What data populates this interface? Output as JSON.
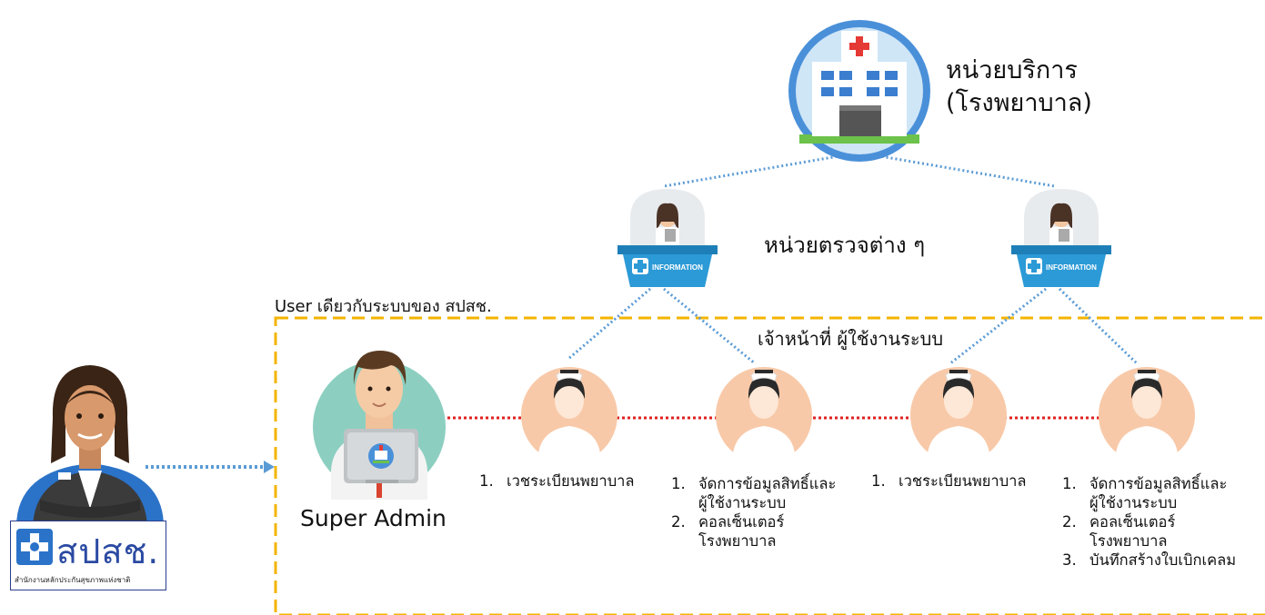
{
  "hospital": {
    "line1": "หน่วยบริการ",
    "line2": "(โรงพยาบาล)"
  },
  "units_label": "หน่วยตรวจต่าง ๆ",
  "user_note": "User เดียวกับระบบของ สปสช.",
  "staff_label": "เจ้าหน้าที่ ผู้ใช้งานระบบ",
  "super_admin": "Super Admin",
  "nhso": {
    "name": "สปสช.",
    "subtitle": "สำนักงานหลักประกันสุขภาพแห่งชาติ"
  },
  "desk_sign": "INFORMATION",
  "staff": [
    {
      "duties": [
        {
          "num": "1.",
          "lines": [
            "เวชระเบียนพยาบาล"
          ]
        }
      ]
    },
    {
      "duties": [
        {
          "num": "1.",
          "lines": [
            "จัดการข้อมูลสิทธิ์และ",
            "ผู้ใช้งานระบบ"
          ]
        },
        {
          "num": "2.",
          "lines": [
            "คอลเซ็นเตอร์",
            "โรงพยาบาล"
          ]
        }
      ]
    },
    {
      "duties": [
        {
          "num": "1.",
          "lines": [
            "เวชระเบียนพยาบาล"
          ]
        }
      ]
    },
    {
      "duties": [
        {
          "num": "1.",
          "lines": [
            "จัดการข้อมูลสิทธิ์และ",
            "ผู้ใช้งานระบบ"
          ]
        },
        {
          "num": "2.",
          "lines": [
            "คอลเซ็นเตอร์",
            "โรงพยาบาล"
          ]
        },
        {
          "num": "3.",
          "lines": [
            "บันทึกสร้างใบเบิกเคลม"
          ]
        }
      ]
    }
  ],
  "colors": {
    "boundary": "#f4b400",
    "link_blue": "#5b9bd5",
    "link_red": "#e02020",
    "hospital_bg": "#4a90d9",
    "desk": "#2c9ad6",
    "nurse_bg": "#f8c9a8",
    "admin_bg": "#8ccfc0"
  }
}
